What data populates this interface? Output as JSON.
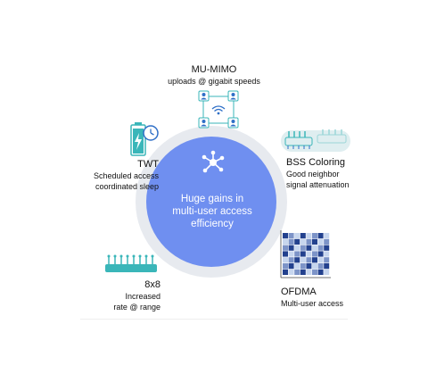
{
  "center": {
    "lines": [
      "Huge gains in",
      "multi-user access",
      "efficiency"
    ],
    "icon": "hub-network-icon"
  },
  "features": {
    "mu_mimo": {
      "title": "MU-MIMO",
      "lines": [
        "uploads @ gigabit speeds"
      ],
      "icon": "mu-mimo-icon"
    },
    "twt": {
      "title": "TWT",
      "lines": [
        "Scheduled access",
        "coordinated sleep"
      ],
      "icon": "battery-clock-icon"
    },
    "bss": {
      "title": "BSS Coloring",
      "lines": [
        "Good neighbor",
        "signal attenuation"
      ],
      "icon": "router-icon"
    },
    "eight": {
      "title": "8x8",
      "lines": [
        "Increased",
        "rate @ range"
      ],
      "icon": "antenna-router-icon"
    },
    "ofdma": {
      "title": "OFDMA",
      "lines": [
        "Multi-user access"
      ],
      "icon": "ofdma-grid-icon"
    }
  },
  "colors": {
    "core": "#6f8ff0",
    "ring": "#e7eaef",
    "icon_teal": "#3ab6b9",
    "icon_blue": "#2f6fc7",
    "grid_dark": "#23418e",
    "grid_mid": "#7d94c8",
    "grid_light": "#c7d6ee"
  }
}
